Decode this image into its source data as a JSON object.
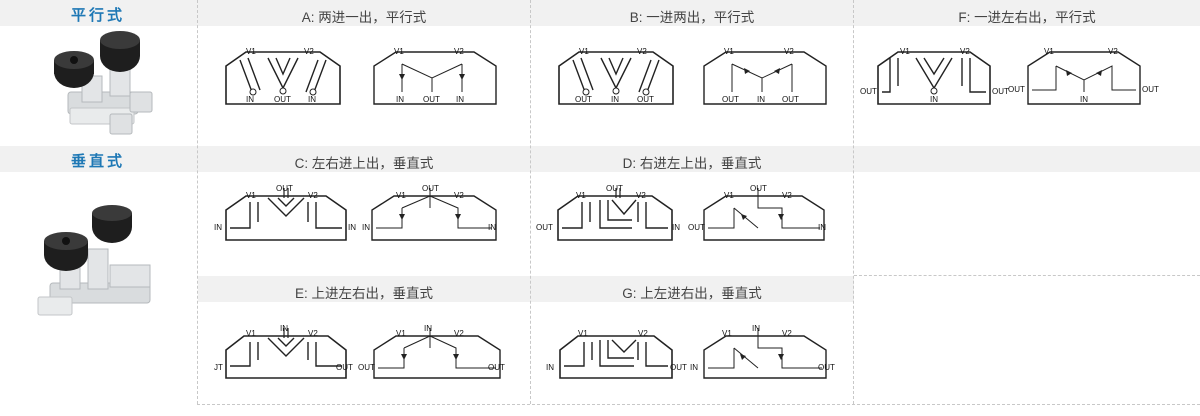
{
  "categories": {
    "parallel": "平行式",
    "vertical": "垂直式"
  },
  "panels": [
    {
      "id": "A",
      "title": "A: 两进一出，平行式",
      "left_labels": [
        "V1",
        "V2",
        "IN",
        "OUT",
        "IN"
      ],
      "right_labels": [
        "V1",
        "V2",
        "IN",
        "OUT",
        "IN"
      ]
    },
    {
      "id": "B",
      "title": "B: 一进两出，平行式",
      "left_labels": [
        "V1",
        "V2",
        "OUT",
        "IN",
        "OUT"
      ],
      "right_labels": [
        "V1",
        "V2",
        "OUT",
        "IN",
        "OUT"
      ]
    },
    {
      "id": "F",
      "title": "F: 一进左右出，平行式",
      "left_labels": [
        "V1",
        "V2",
        "OUT",
        "IN",
        "OUT"
      ],
      "right_labels": [
        "V1",
        "V2",
        "OUT",
        "IN",
        "OUT"
      ]
    },
    {
      "id": "C",
      "title": "C: 左右进上出，垂直式",
      "left_labels": [
        "V1",
        "OUT",
        "V2",
        "IN",
        "IN"
      ],
      "right_labels": [
        "V1",
        "OUT",
        "V2",
        "IN",
        "IN"
      ]
    },
    {
      "id": "D",
      "title": "D: 右进左上出，垂直式",
      "left_labels": [
        "V1",
        "OUT",
        "V2",
        "OUT",
        "IN"
      ],
      "right_labels": [
        "V1",
        "OUT",
        "V2",
        "OUT",
        "IN"
      ]
    },
    {
      "id": "E",
      "title": "E: 上进左右出，垂直式",
      "left_labels": [
        "V1",
        "IN",
        "V2",
        "JT",
        "OUT"
      ],
      "right_labels": [
        "V1",
        "IN",
        "V2",
        "OUT",
        "OUT"
      ]
    },
    {
      "id": "G",
      "title": "G: 上左进右出，垂直式",
      "left_labels": [
        "V1",
        "V2",
        "IN",
        "OUT"
      ],
      "right_labels": [
        "V1",
        "IN",
        "V2",
        "IN",
        "OUT"
      ]
    }
  ],
  "colors": {
    "category_title": "#1e78b5",
    "band": "#f1f1f1",
    "divider": "#c8c8c8",
    "line": "#222222"
  }
}
